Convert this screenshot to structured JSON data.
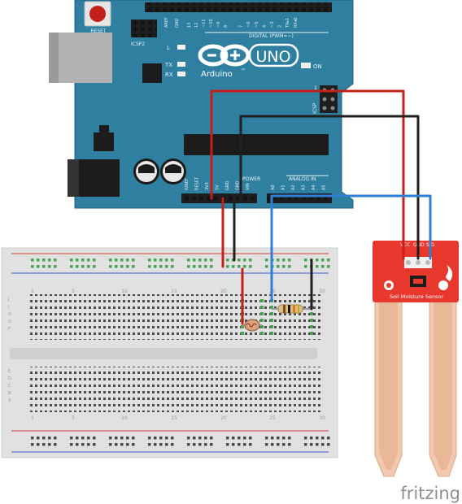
{
  "arduino": {
    "reset_label": "RESET",
    "icsp2_label": "ICSP2",
    "digital_header_label": "DIGITAL (PWM=~)",
    "aref_label": "AREF",
    "gnd_top_label": "GND",
    "digital_pins": [
      "13",
      "12",
      "~11",
      "~10",
      "~9",
      "8",
      "7",
      "~6",
      "~5",
      "4",
      "~3",
      "2",
      "TX▸1",
      "RX◂0"
    ],
    "l_label": "L",
    "tx_label": "TX",
    "rx_label": "RX",
    "uno_label": "UNO",
    "brand_label": "Arduino",
    "trademark": "™",
    "on_label": "ON",
    "icsp_label": "ICSP",
    "icsp_pin1": "1",
    "power_header_label": "POWER",
    "analog_header_label": "ANALOG IN",
    "power_pins": [
      "IOREF",
      "RESET",
      "3V3",
      "5V",
      "GND",
      "GND",
      "VIN"
    ],
    "analog_pins": [
      "A0",
      "A1",
      "A2",
      "A3",
      "A4",
      "A5"
    ]
  },
  "breadboard": {
    "column_numbers": [
      "1",
      "5",
      "10",
      "15",
      "20",
      "25",
      "30"
    ],
    "row_letters_top": [
      "J",
      "I",
      "H",
      "G",
      "F"
    ],
    "row_letters_bottom": [
      "E",
      "D",
      "C",
      "B",
      "A"
    ]
  },
  "sensor": {
    "pin_labels": [
      "VCC",
      "GND",
      "SIG"
    ],
    "name": "Soil Moisture Sensor"
  },
  "watermark": "fritzing",
  "colors": {
    "arduino_board": "#2e7fa0",
    "wire_red": "#c3201c",
    "wire_black": "#231f20",
    "wire_blue": "#2f7fd6",
    "sensor_red": "#e8372c",
    "sensor_probe": "#f2c9b0",
    "breadboard": "#e1e1e1",
    "rail_green": "#48a356"
  }
}
